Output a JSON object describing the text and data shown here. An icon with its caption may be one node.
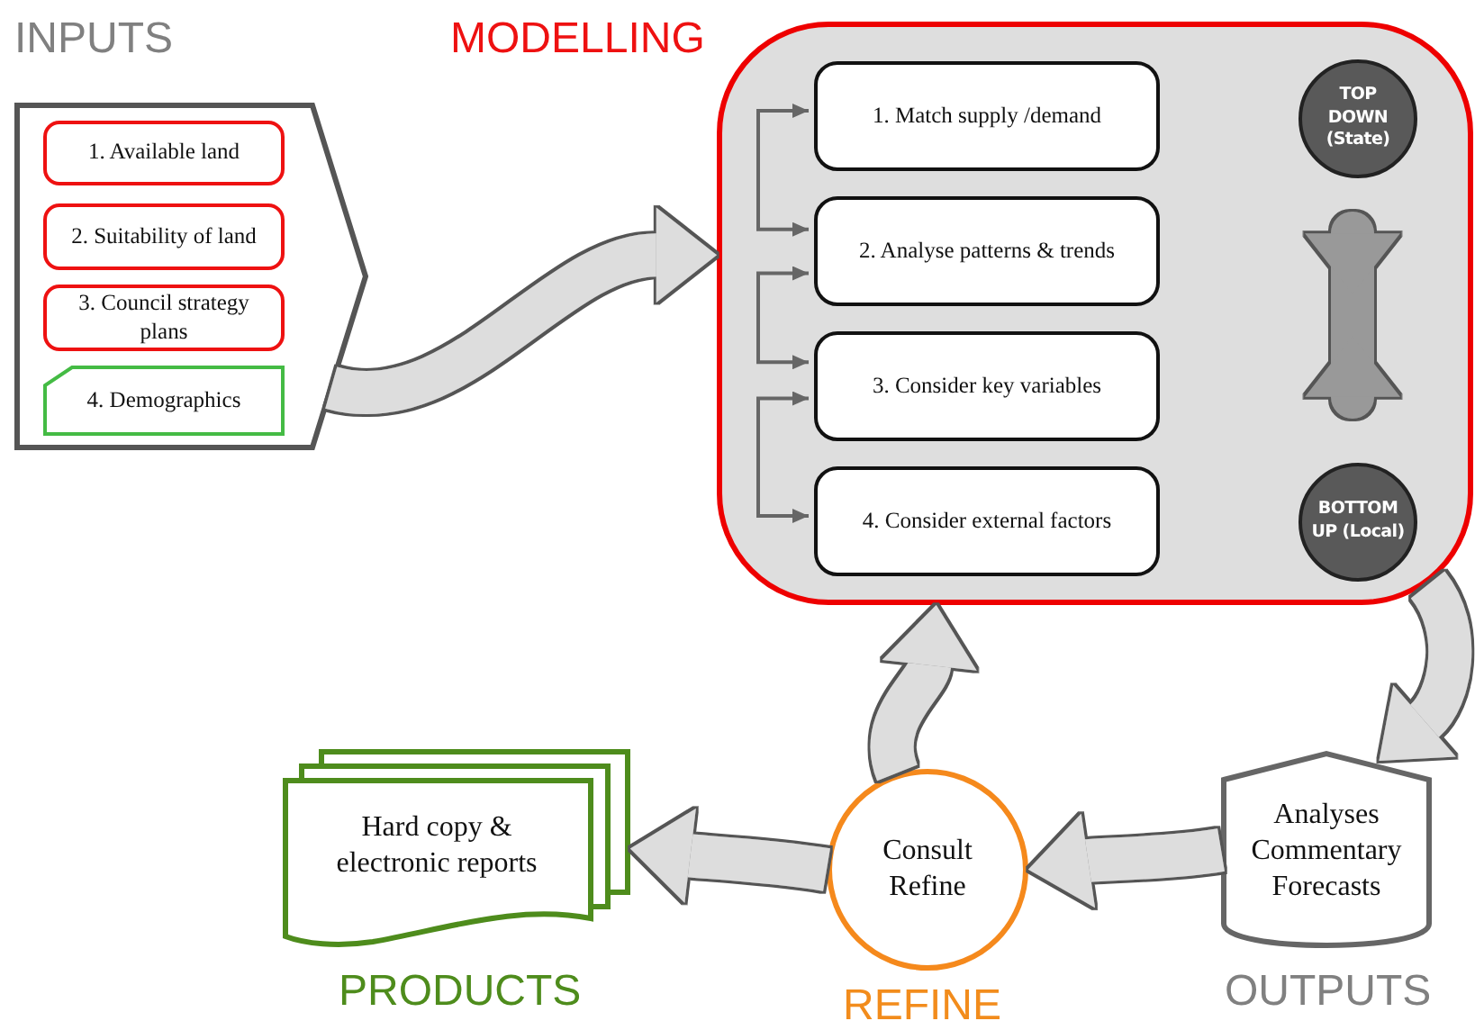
{
  "diagram": {
    "nodes": [
      {
        "text": [],
        "shape": "pentagon"
      },
      {
        "text": [
          "1. Available land"
        ],
        "in": 0
      },
      {
        "text": [
          "2. Suitability of land"
        ],
        "in": 0
      },
      {
        "text": [
          "3. Council strategy plans"
        ],
        "in": 0
      },
      {
        "text": [
          "4. Demographics"
        ],
        "in": 0
      },
      {
        "text": [],
        "shape": "box"
      },
      {
        "text": [
          "1.  Match supply /demand"
        ],
        "in": 5
      },
      {
        "text": [
          "2. Analyse patterns & trends"
        ],
        "in": 5
      },
      {
        "text": [
          "3. Consider key variables"
        ],
        "in": 5
      },
      {
        "text": [
          "4. Consider external factors"
        ],
        "in": 5
      },
      {
        "text": [
          "TOP DOWN (State)"
        ],
        "in": 5
      },
      {
        "text": [
          "BOTTOM UP (Local)"
        ],
        "in": 5
      },
      {
        "text": [
          "Analyses Commentary Forecasts"
        ],
        "beside": [
          "OUTPUTS"
        ]
      },
      {
        "text": [
          "Consult Refine"
        ],
        "beside": [
          "REFINE"
        ]
      },
      {
        "text": [
          "Hard copy & electronic reports"
        ],
        "beside": [
          "PRODUCTS"
        ]
      }
    ],
    "edges": [
      {
        "from": 0,
        "to": 5,
        "arrow": "to"
      },
      {
        "from": 6,
        "to": 7,
        "arrow": "both",
        "color": "#666666"
      },
      {
        "from": 7,
        "to": 8,
        "arrow": "both",
        "color": "#666666"
      },
      {
        "from": 8,
        "to": 9,
        "arrow": "both",
        "color": "#666666"
      },
      {
        "from": 10,
        "to": 11,
        "arrow": "both",
        "color": "#999999"
      },
      {
        "from": 5,
        "to": 12,
        "arrow": "to"
      },
      {
        "from": 12,
        "to": 13,
        "arrow": "to"
      },
      {
        "from": 13,
        "to": 14,
        "arrow": "to"
      },
      {
        "from": 13,
        "to": 5,
        "arrow": "to"
      }
    ],
    "labels": [
      "INPUTS",
      "MODELLING"
    ]
  }
}
